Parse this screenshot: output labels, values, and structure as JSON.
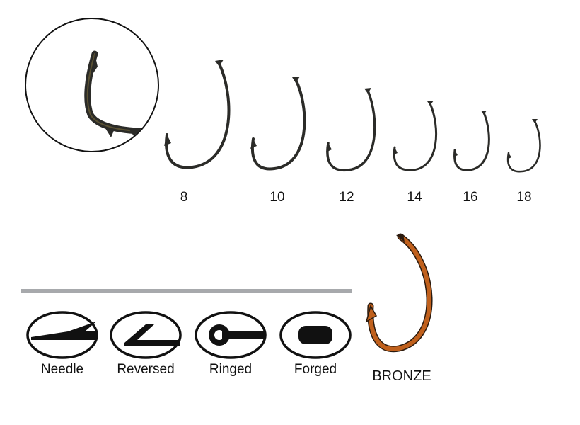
{
  "hook_sizes": [
    "8",
    "10",
    "12",
    "14",
    "16",
    "18"
  ],
  "eye_types": [
    {
      "label": "Needle",
      "icon": "needle-eye-icon"
    },
    {
      "label": "Reversed",
      "icon": "reversed-eye-icon"
    },
    {
      "label": "Ringed",
      "icon": "ringed-eye-icon"
    },
    {
      "label": "Forged",
      "icon": "forged-eye-icon"
    }
  ],
  "finish": {
    "label": "BRONZE",
    "color": "#c0601c"
  },
  "colors": {
    "hook_dark": "#2b2b28",
    "divider": "#a7a9ac"
  }
}
